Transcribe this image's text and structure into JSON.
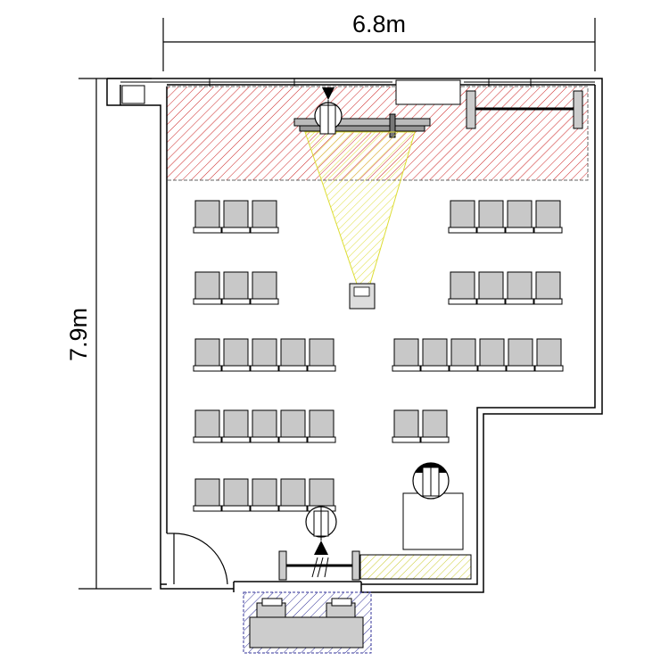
{
  "dimensions": {
    "width_label": "6.8m",
    "height_label": "7.9m"
  },
  "seating": {
    "left_block": [
      {
        "row": 1,
        "seats": 3
      },
      {
        "row": 2,
        "seats": 3
      },
      {
        "row": 3,
        "seats": 5
      },
      {
        "row": 4,
        "seats": 5
      },
      {
        "row": 5,
        "seats": 5
      }
    ],
    "right_block": [
      {
        "row": 1,
        "seats": 4
      },
      {
        "row": 2,
        "seats": 4
      },
      {
        "row": 3,
        "seats": 6
      },
      {
        "row": 4,
        "seats": 2
      }
    ]
  },
  "colors": {
    "wall": "#000000",
    "seat_fill": "#c8c8c8",
    "stage_hatch": "#cc2222",
    "projection_hatch": "#dddd33",
    "control_hatch": "#cccc33",
    "booth_hatch": "#333399"
  }
}
